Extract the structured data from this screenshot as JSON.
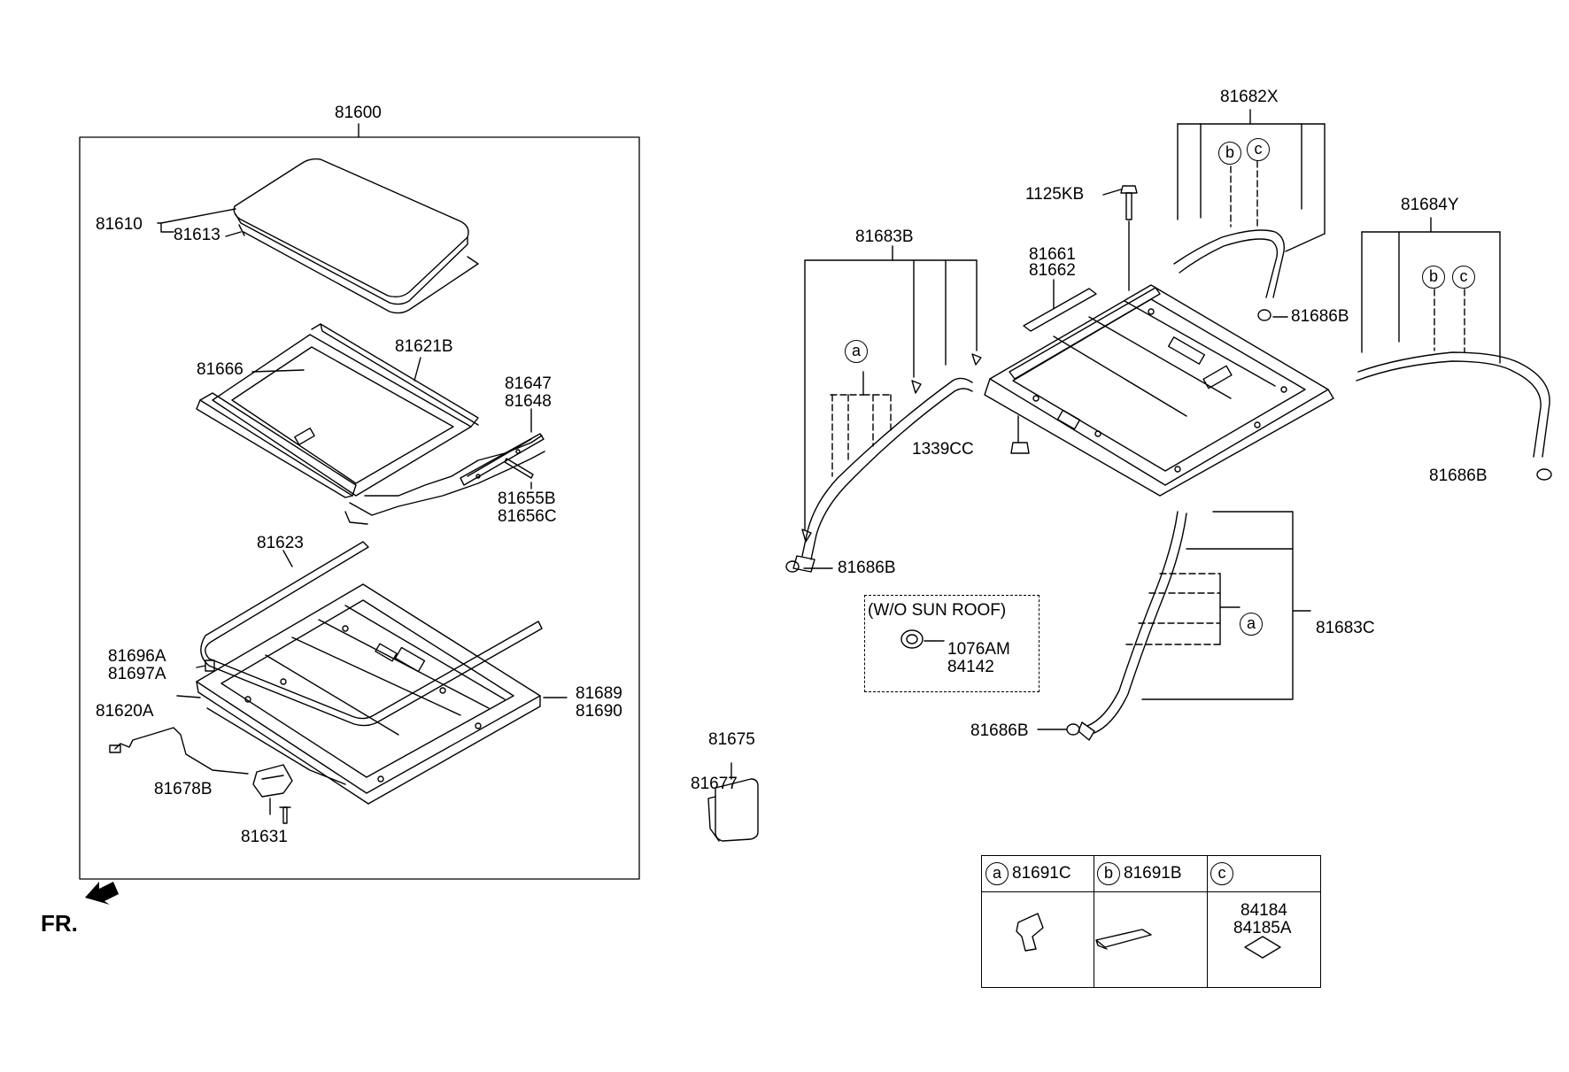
{
  "labels": {
    "p81600": "81600",
    "p81610": "81610",
    "p81613": "81613",
    "p81666": "81666",
    "p81621B": "81621B",
    "p81647": "81647",
    "p81648": "81648",
    "p81655B": "81655B",
    "p81656C": "81656C",
    "p81623": "81623",
    "p81696A": "81696A",
    "p81697A": "81697A",
    "p81620A": "81620A",
    "p81689": "81689",
    "p81690": "81690",
    "p81678B": "81678B",
    "p81631": "81631",
    "p81675": "81675",
    "p81677": "81677",
    "p81682X": "81682X",
    "p1125KB": "1125KB",
    "p81661": "81661",
    "p81662": "81662",
    "p81683B": "81683B",
    "p81686B_top": "81686B",
    "p81684Y": "81684Y",
    "p81686B_right": "81686B",
    "p1339CC": "1339CC",
    "p81686B_left": "81686B",
    "p81683C": "81683C",
    "p81686B_bottom": "81686B",
    "wo_sunroof": "(W/O SUN ROOF)",
    "p1076AM": "1076AM",
    "p84142": "84142",
    "fr": "FR."
  },
  "callouts": {
    "a": "a",
    "b": "b",
    "c": "c"
  },
  "legend": [
    {
      "marker": "a",
      "parts": [
        "81691C"
      ]
    },
    {
      "marker": "b",
      "parts": [
        "81691B"
      ]
    },
    {
      "marker": "c",
      "parts": [
        "84184",
        "84185A"
      ]
    }
  ]
}
